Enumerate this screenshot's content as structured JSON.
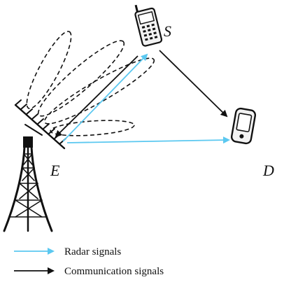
{
  "diagram": {
    "nodes": {
      "source": {
        "label": "S",
        "icon": "mobile-phone-icon"
      },
      "eavesdropper": {
        "label": "E",
        "icon": "radar-tower-icon"
      },
      "destination": {
        "label": "D",
        "icon": "handheld-device-icon"
      }
    },
    "links": [
      {
        "from": "E",
        "to": "S",
        "kind": "radar"
      },
      {
        "from": "E",
        "to": "D",
        "kind": "radar"
      },
      {
        "from": "S",
        "to": "E",
        "kind": "communication"
      },
      {
        "from": "S",
        "to": "D",
        "kind": "communication"
      }
    ]
  },
  "legend": {
    "items": [
      {
        "label": "Radar signals",
        "color": "#5bc8f0"
      },
      {
        "label": "Communication signals",
        "color": "#111111"
      }
    ]
  },
  "colors": {
    "radar": "#5bc8f0",
    "communication": "#111111"
  }
}
